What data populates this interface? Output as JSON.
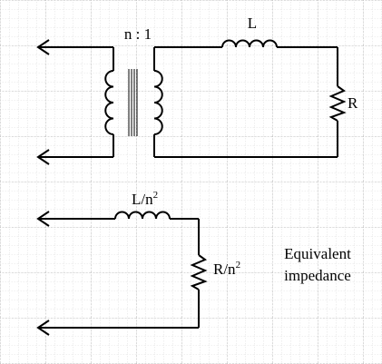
{
  "top_circuit": {
    "ratio_label": "n : 1",
    "inductor_label": "L",
    "resistor_label": "R"
  },
  "equivalent_circuit": {
    "inductor_label_base": "L/n",
    "inductor_label_exp": "2",
    "resistor_label_base": "R/n",
    "resistor_label_exp": "2",
    "caption_line1": "Equivalent",
    "caption_line2": "impedance"
  },
  "colors": {
    "background": "#ffffff",
    "grid_minor": "#c8c8c8",
    "grid_major": "#a9a9a9",
    "wire": "#000000"
  }
}
